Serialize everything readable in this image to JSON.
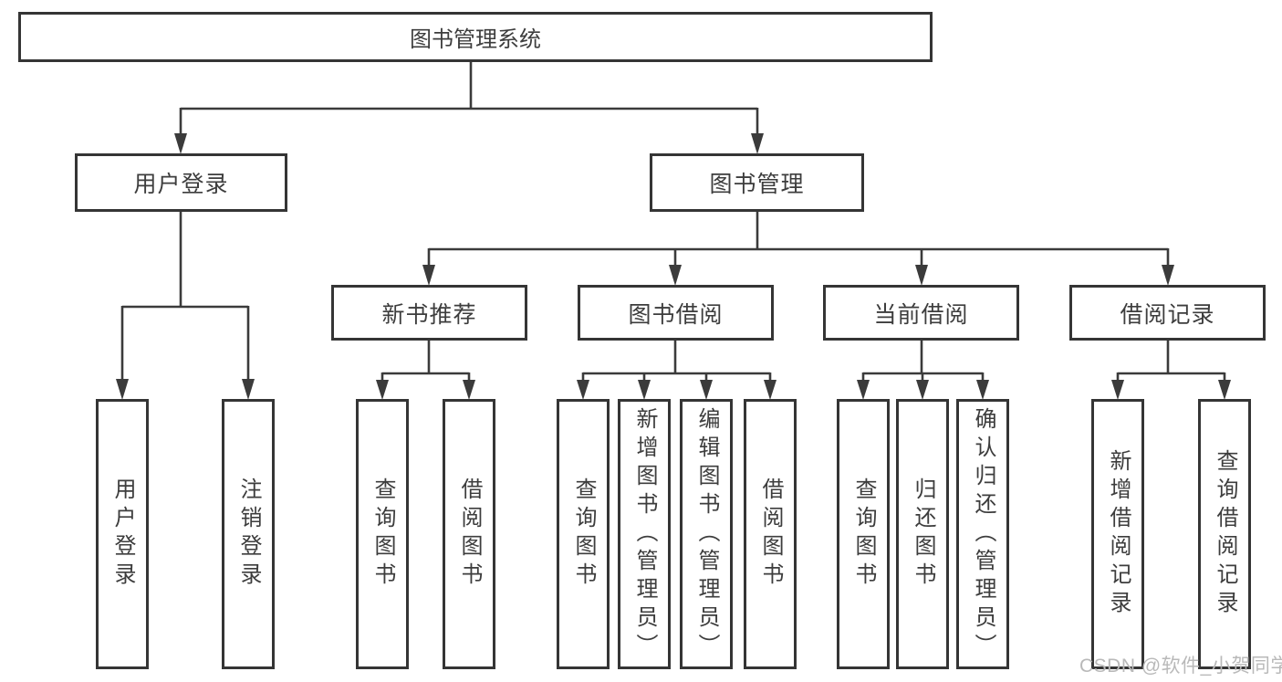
{
  "diagram": {
    "root": {
      "label": "图书管理系统"
    },
    "level2": [
      {
        "label": "用户登录"
      },
      {
        "label": "图书管理"
      }
    ],
    "level3": [
      {
        "label": "新书推荐"
      },
      {
        "label": "图书借阅"
      },
      {
        "label": "当前借阅"
      },
      {
        "label": "借阅记录"
      }
    ],
    "leaves": [
      {
        "label": "用户登录"
      },
      {
        "label": "注销登录"
      },
      {
        "label": "查询图书"
      },
      {
        "label": "借阅图书"
      },
      {
        "label": "查询图书"
      },
      {
        "label": "新增图书（管理员）"
      },
      {
        "label": "编辑图书（管理员）"
      },
      {
        "label": "借阅图书"
      },
      {
        "label": "查询图书"
      },
      {
        "label": "归还图书"
      },
      {
        "label": "确认归还（管理员）"
      },
      {
        "label": "新增借阅记录"
      },
      {
        "label": "查询借阅记录"
      }
    ],
    "watermark": "CSDN @软件_小贺同学",
    "colors": {
      "line": "#3b3b3b",
      "text": "#3d3d3d",
      "watermark": "#b9b9b9",
      "background": "#ffffff"
    }
  }
}
